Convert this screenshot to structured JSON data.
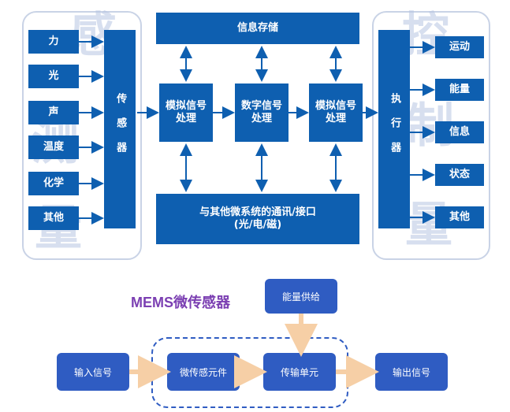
{
  "sensing_panel": {
    "ghost_chars": [
      "感",
      "测",
      "量"
    ],
    "inputs": [
      "力",
      "光",
      "声",
      "温度",
      "化学",
      "其他"
    ],
    "sensor_label": "传感器"
  },
  "control_panel": {
    "ghost_chars": [
      "控",
      "制",
      "量"
    ],
    "actuator_label": "执行器",
    "outputs": [
      "运动",
      "能量",
      "信息",
      "状态",
      "其他"
    ]
  },
  "center": {
    "storage": "信息存储",
    "analog_proc_1": "模拟信号\n处理",
    "digital_proc": "数字信号\n处理",
    "analog_proc_2": "模拟信号\n处理",
    "comm": "与其他微系统的通讯/接口\n(光/电/磁)"
  },
  "mems": {
    "title": "MEMS微传感器",
    "power": "能量供给",
    "input_signal": "输入信号",
    "element": "微传感元件",
    "transfer": "传输单元",
    "output_signal": "输出信号"
  },
  "colors": {
    "box_blue": "#0e5fb0",
    "lower_blue": "#2f5cc2",
    "arrow_orange": "#f6cfa6",
    "title_purple": "#7b3fb2"
  }
}
